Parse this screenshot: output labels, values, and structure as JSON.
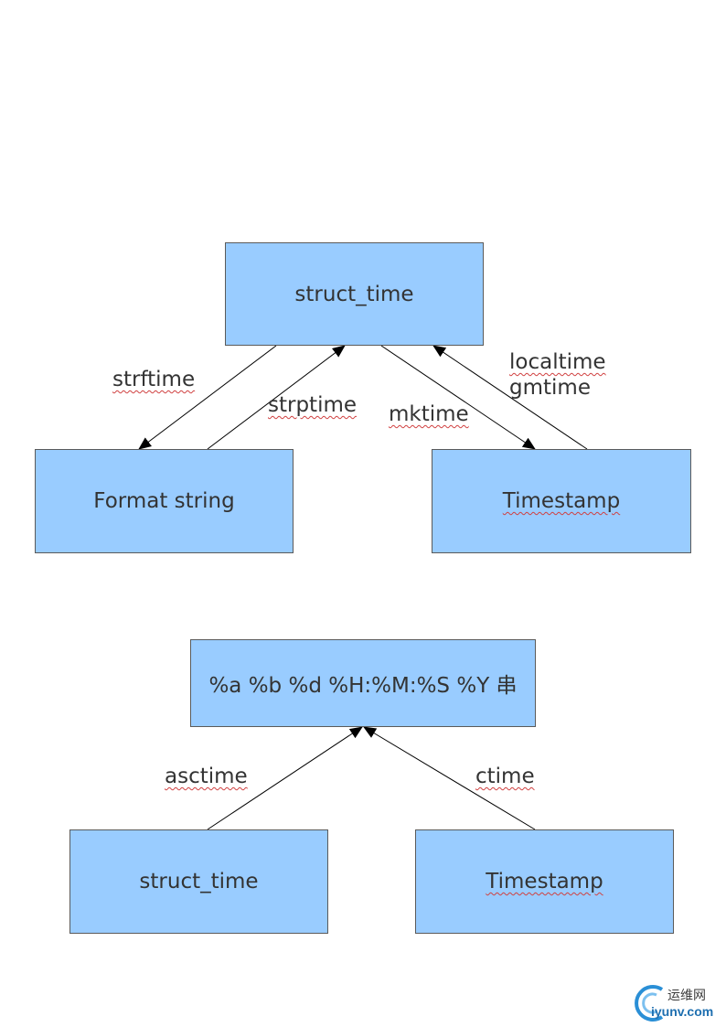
{
  "top_diagram": {
    "nodes": {
      "struct_time": "struct_time",
      "format_string": "Format string",
      "timestamp": "Timestamp"
    },
    "edges": {
      "strftime": "strftime",
      "strptime": "strptime",
      "mktime": "mktime",
      "localtime_gmtime": [
        "localtime",
        "gmtime"
      ]
    }
  },
  "bottom_diagram": {
    "nodes": {
      "format_output": "%a %b %d %H:%M:%S %Y 串",
      "struct_time": "struct_time",
      "timestamp": "Timestamp"
    },
    "edges": {
      "asctime": "asctime",
      "ctime": "ctime"
    }
  },
  "watermark": {
    "chinese": "运维网",
    "site": "iyunv.com"
  },
  "colors": {
    "box_fill": "#99ccff",
    "box_border": "#5a5a5a",
    "text": "#333333",
    "arrow": "#000000"
  }
}
